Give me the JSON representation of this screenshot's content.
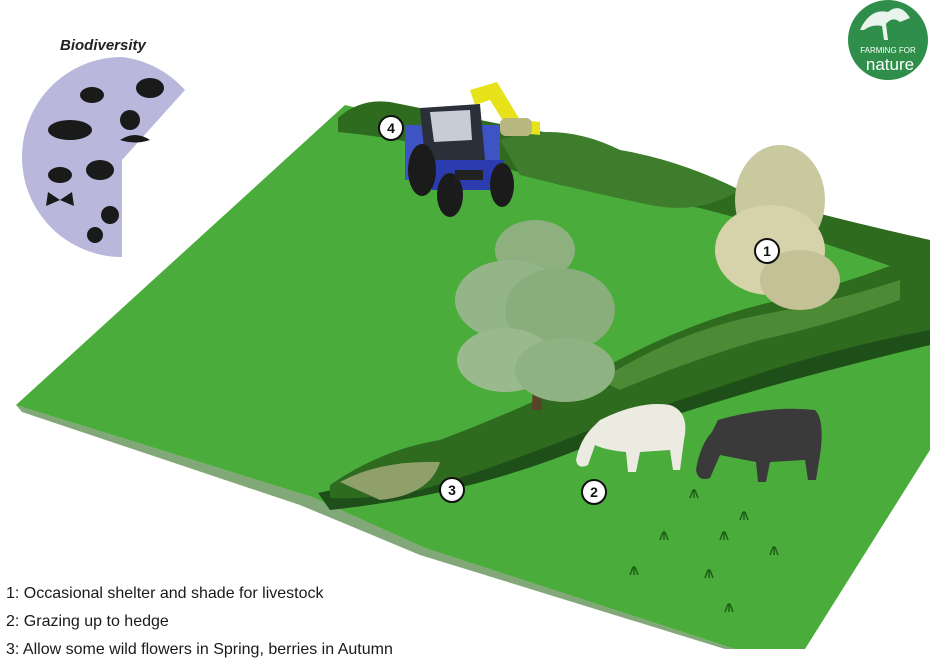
{
  "biodiversity": {
    "title": "Biodiversity"
  },
  "logo": {
    "line1": "FARMING FOR",
    "line2": "nature",
    "color": "#2f8f4a"
  },
  "colors": {
    "field": "#4aac3a",
    "field_edge": "#2f6e22",
    "hedge": "#2e6b1f",
    "hedge_light": "#4c8a35",
    "ditch": "#1f4f18",
    "biodiversity_bg": "#b9b7dc",
    "tractor_body": "#3f54c4",
    "flail": "#e7e21a"
  },
  "markers": [
    {
      "id": "1",
      "label": "1"
    },
    {
      "id": "2",
      "label": "2"
    },
    {
      "id": "3",
      "label": "3"
    },
    {
      "id": "4",
      "label": "4"
    }
  ],
  "legend": [
    {
      "text": "1: Occasional shelter and shade for livestock"
    },
    {
      "text": "2: Grazing up to hedge"
    },
    {
      "text": "3: Allow some wild flowers in Spring, berries in Autumn"
    }
  ],
  "icons": [
    "tractor-icon",
    "cow-icon",
    "tree-icon",
    "willow-icon",
    "butterfly-icon",
    "bird-icon"
  ]
}
